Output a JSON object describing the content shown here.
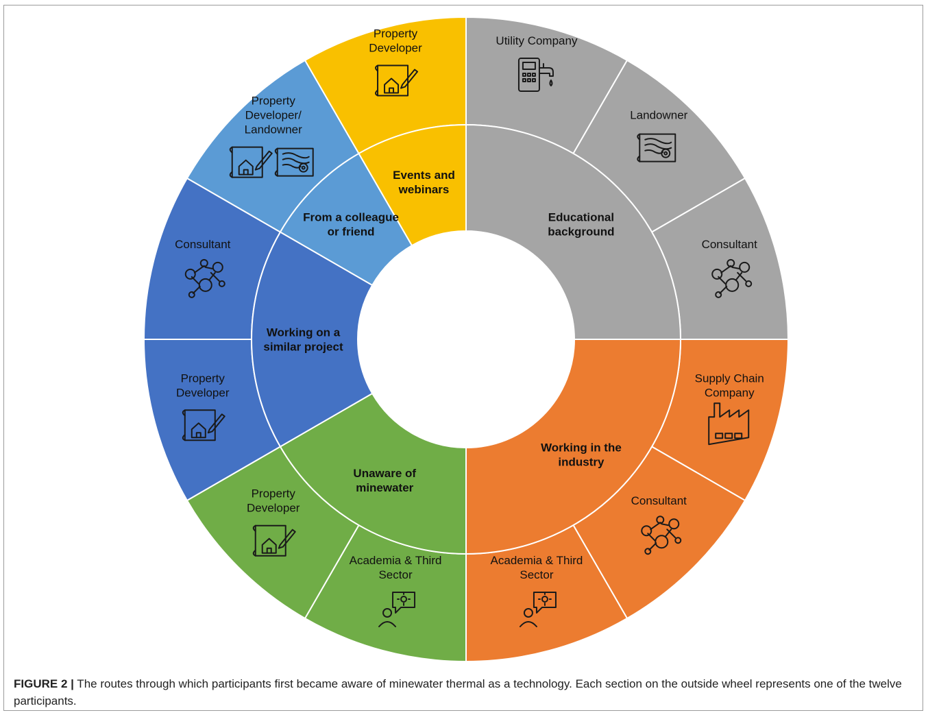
{
  "colors": {
    "events": "#f9c000",
    "education": "#a5a5a5",
    "industry": "#ec7c30",
    "unaware": "#70ad47",
    "similar": "#4472c4",
    "colleague": "#5b9bd5"
  },
  "inner_segments": [
    {
      "id": "education",
      "lines": [
        "Educational",
        "background"
      ]
    },
    {
      "id": "industry",
      "lines": [
        "Working in the",
        "industry"
      ]
    },
    {
      "id": "unaware",
      "lines": [
        "Unaware of",
        "minewater"
      ]
    },
    {
      "id": "similar",
      "lines": [
        "Working on a",
        "similar project"
      ]
    },
    {
      "id": "colleague",
      "lines": [
        "From a colleague",
        "or friend"
      ]
    },
    {
      "id": "events",
      "lines": [
        "Events and",
        "webinars"
      ]
    }
  ],
  "outer_segments": [
    {
      "lines": [
        "Utility Company"
      ],
      "icon": "utility-meter-tap-icon"
    },
    {
      "lines": [
        "Landowner"
      ],
      "icon": "land-map-icon"
    },
    {
      "lines": [
        "Consultant"
      ],
      "icon": "network-people-icon"
    },
    {
      "lines": [
        "Supply Chain",
        "Company"
      ],
      "icon": "factory-icon"
    },
    {
      "lines": [
        "Consultant"
      ],
      "icon": "network-people-icon"
    },
    {
      "lines": [
        "Academia & Third",
        "Sector"
      ],
      "icon": "person-idea-icon"
    },
    {
      "lines": [
        "Academia & Third",
        "Sector"
      ],
      "icon": "person-idea-icon"
    },
    {
      "lines": [
        "Property",
        "Developer"
      ],
      "icon": "blueprint-house-icon"
    },
    {
      "lines": [
        "Property",
        "Developer"
      ],
      "icon": "blueprint-house-icon"
    },
    {
      "lines": [
        "Consultant"
      ],
      "icon": "network-people-icon"
    },
    {
      "lines": [
        "Property",
        "Developer/",
        "Landowner"
      ],
      "icon": "blueprint-house-and-map-icon"
    },
    {
      "lines": [
        "Property",
        "Developer"
      ],
      "icon": "blueprint-house-icon"
    }
  ],
  "caption": {
    "label": "FIGURE 2 |",
    "text": " The routes through which participants first became aware of minewater thermal as a technology. Each section on the outside wheel represents one of the twelve participants."
  }
}
